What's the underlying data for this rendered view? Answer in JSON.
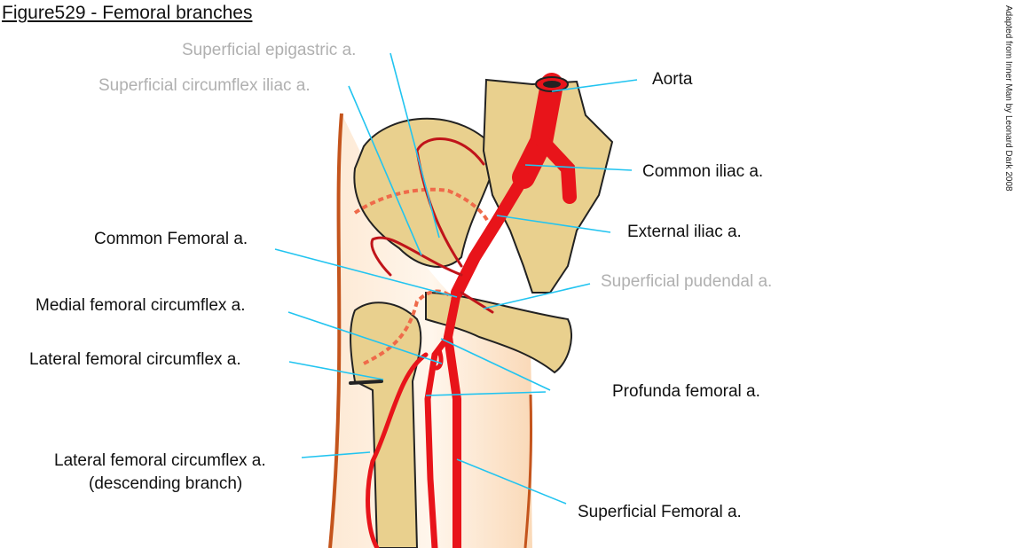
{
  "title": "Figure529 - Femoral branches",
  "credit": "Adapted from Inner Man by Leonard Dark 2008",
  "colors": {
    "artery": "#e8141a",
    "bone": "#e9d08e",
    "skin": "#fbe3c8",
    "leader": "#22c4f0",
    "faded_label": "#b0b0b0"
  },
  "labels": {
    "superficial_epigastric": "Superficial epigastric a.",
    "superficial_circumflex_iliac": "Superficial circumflex iliac a.",
    "aorta": "Aorta",
    "common_iliac": "Common iliac a.",
    "external_iliac": "External iliac a.",
    "common_femoral": "Common Femoral a.",
    "superficial_pudendal": "Superficial pudendal a.",
    "medial_femoral_circumflex": "Medial femoral circumflex a.",
    "lateral_femoral_circumflex": "Lateral femoral circumflex a.",
    "profunda_femoral": "Profunda femoral a.",
    "lateral_femoral_circumflex_desc": "Lateral femoral circumflex a.",
    "lateral_femoral_circumflex_desc_sub": "(descending branch)",
    "superficial_femoral": "Superficial Femoral a."
  }
}
